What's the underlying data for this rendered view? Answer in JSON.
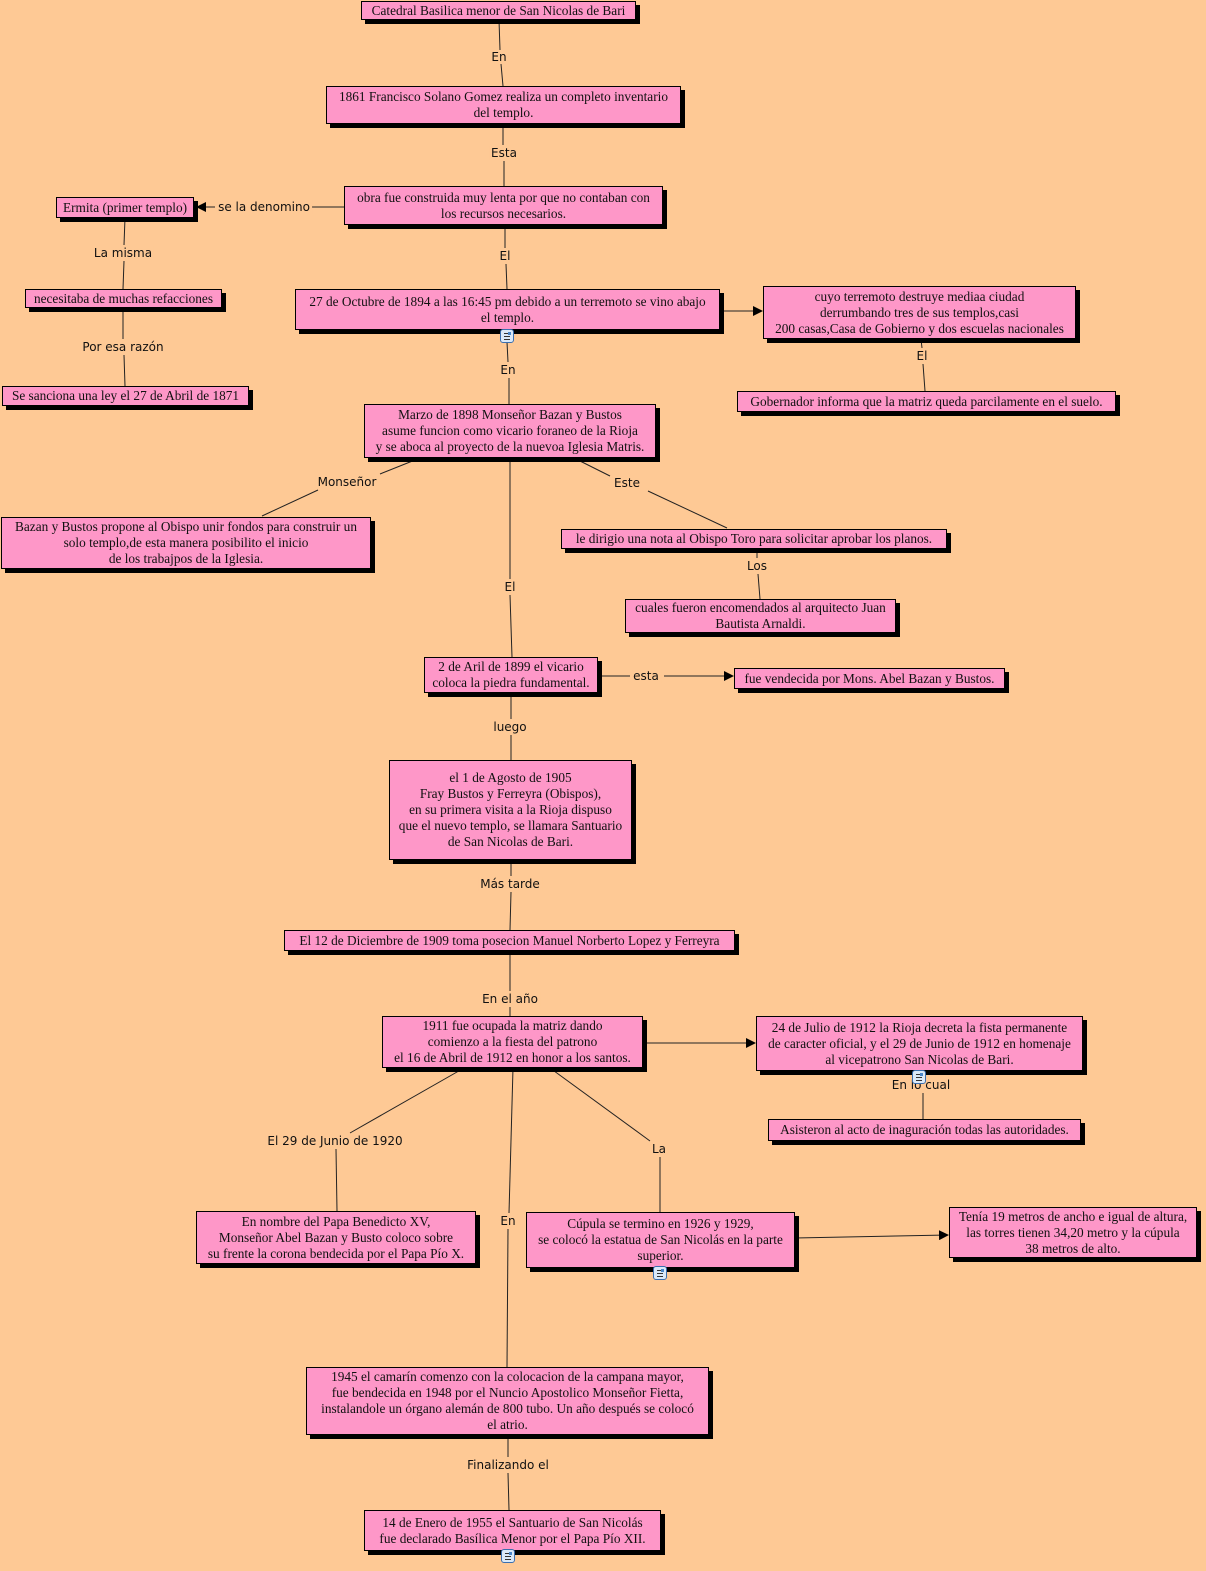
{
  "concepts": [
    "Catedral Basilica menor de San Nicolas de Bari",
    "1861 Francisco Solano Gomez realiza un completo inventario\ndel templo.",
    "obra fue construida muy lenta por que no contaban con\nlos  recursos necesarios.",
    "Ermita (primer templo)",
    "necesitaba de muchas refacciones",
    "Se sanciona una ley el 27 de Abril de 1871",
    "27 de Octubre de 1894 a las 16:45 pm debido a un terremoto se vino abajo\nel templo.",
    "cuyo terremoto destruye  mediaa ciudad\nderrumbando tres de sus templos,casi\n200 casas,Casa de Gobierno y dos escuelas nacionales",
    "Gobernador informa que la matriz queda parcilamente en el suelo.",
    "Marzo de 1898 Monseñor Bazan y Bustos\nasume funcion como vicario foraneo de la Rioja\ny se aboca al proyecto de la nuevoa Iglesia Matris.",
    "Bazan y Bustos propone al Obispo unir fondos para construir un\nsolo templo,de esta manera posibilito el inicio\nde los trabajpos  de la Iglesia.",
    "le dirigio una  nota al Obispo Toro para solicitar aprobar los planos.",
    "cuales fueron encomendados al arquitecto Juan\nBautista Arnaldi.",
    "2 de Aril de 1899 el vicario\ncoloca la piedra fundamental.",
    "fue vendecida por Mons. Abel Bazan y Bustos.",
    "el 1 de Agosto de 1905\nFray Bustos y Ferreyra (Obispos),\nen su primera visita a la Rioja dispuso\nque el nuevo templo, se llamara Santuario\nde San Nicolas de Bari.",
    "El 12 de Diciembre de 1909 toma posecion Manuel Norberto Lopez y Ferreyra",
    "1911 fue ocupada la matriz dando\ncomienzo a la fiesta del patrono\nel 16 de Abril de 1912 en honor a los santos.",
    "24 de Julio de 1912 la Rioja decreta la fista permanente\nde caracter oficial, y el 29 de Junio de 1912 en homenaje\nal vicepatrono San Nicolas de Bari.",
    "Asisteron al acto de inaguración todas las autoridades.",
    "En nombre del Papa Benedicto XV,\nMonseñor Abel Bazan y Busto coloco sobre\nsu frente la corona bendecida por el Papa Pío X.",
    "Cúpula se termino en 1926 y 1929,\nse colocó la estatua de San Nicolás en la parte\nsuperior.",
    "Tenía 19 metros de ancho e igual de altura,\nlas torres tienen 34,20 metro y la cúpula\n38 metros de alto.",
    "1945 el camarín comenzo con la colocacion de la campana mayor,\nfue bendecida en 1948 por el Nuncio Apostolico Monseñor Fietta,\ninstalandole un órgano alemán de 800 tubo. Un año después se colocó\nel atrio.",
    "14 de Enero de 1955 el Santuario de San Nicolás\nfue declarado Basílica Menor por el Papa Pío XII."
  ],
  "link_labels": [
    "En",
    "Esta",
    "se la denomino",
    "La misma",
    "El",
    "Por esa razón",
    "En",
    "El",
    "Monseñor",
    "Este",
    "Los",
    "El",
    "esta",
    "luego",
    "Más tarde",
    "En el año",
    "En lo cual",
    "El 29 de Junio de 1920",
    "La",
    "En",
    "Finalizando el"
  ],
  "colors": {
    "background": "#fec995",
    "concept_fill": "#fe97c8",
    "line": "#000000"
  },
  "icons": [
    "document-icon",
    "document-icon",
    "document-icon",
    "document-icon"
  ]
}
